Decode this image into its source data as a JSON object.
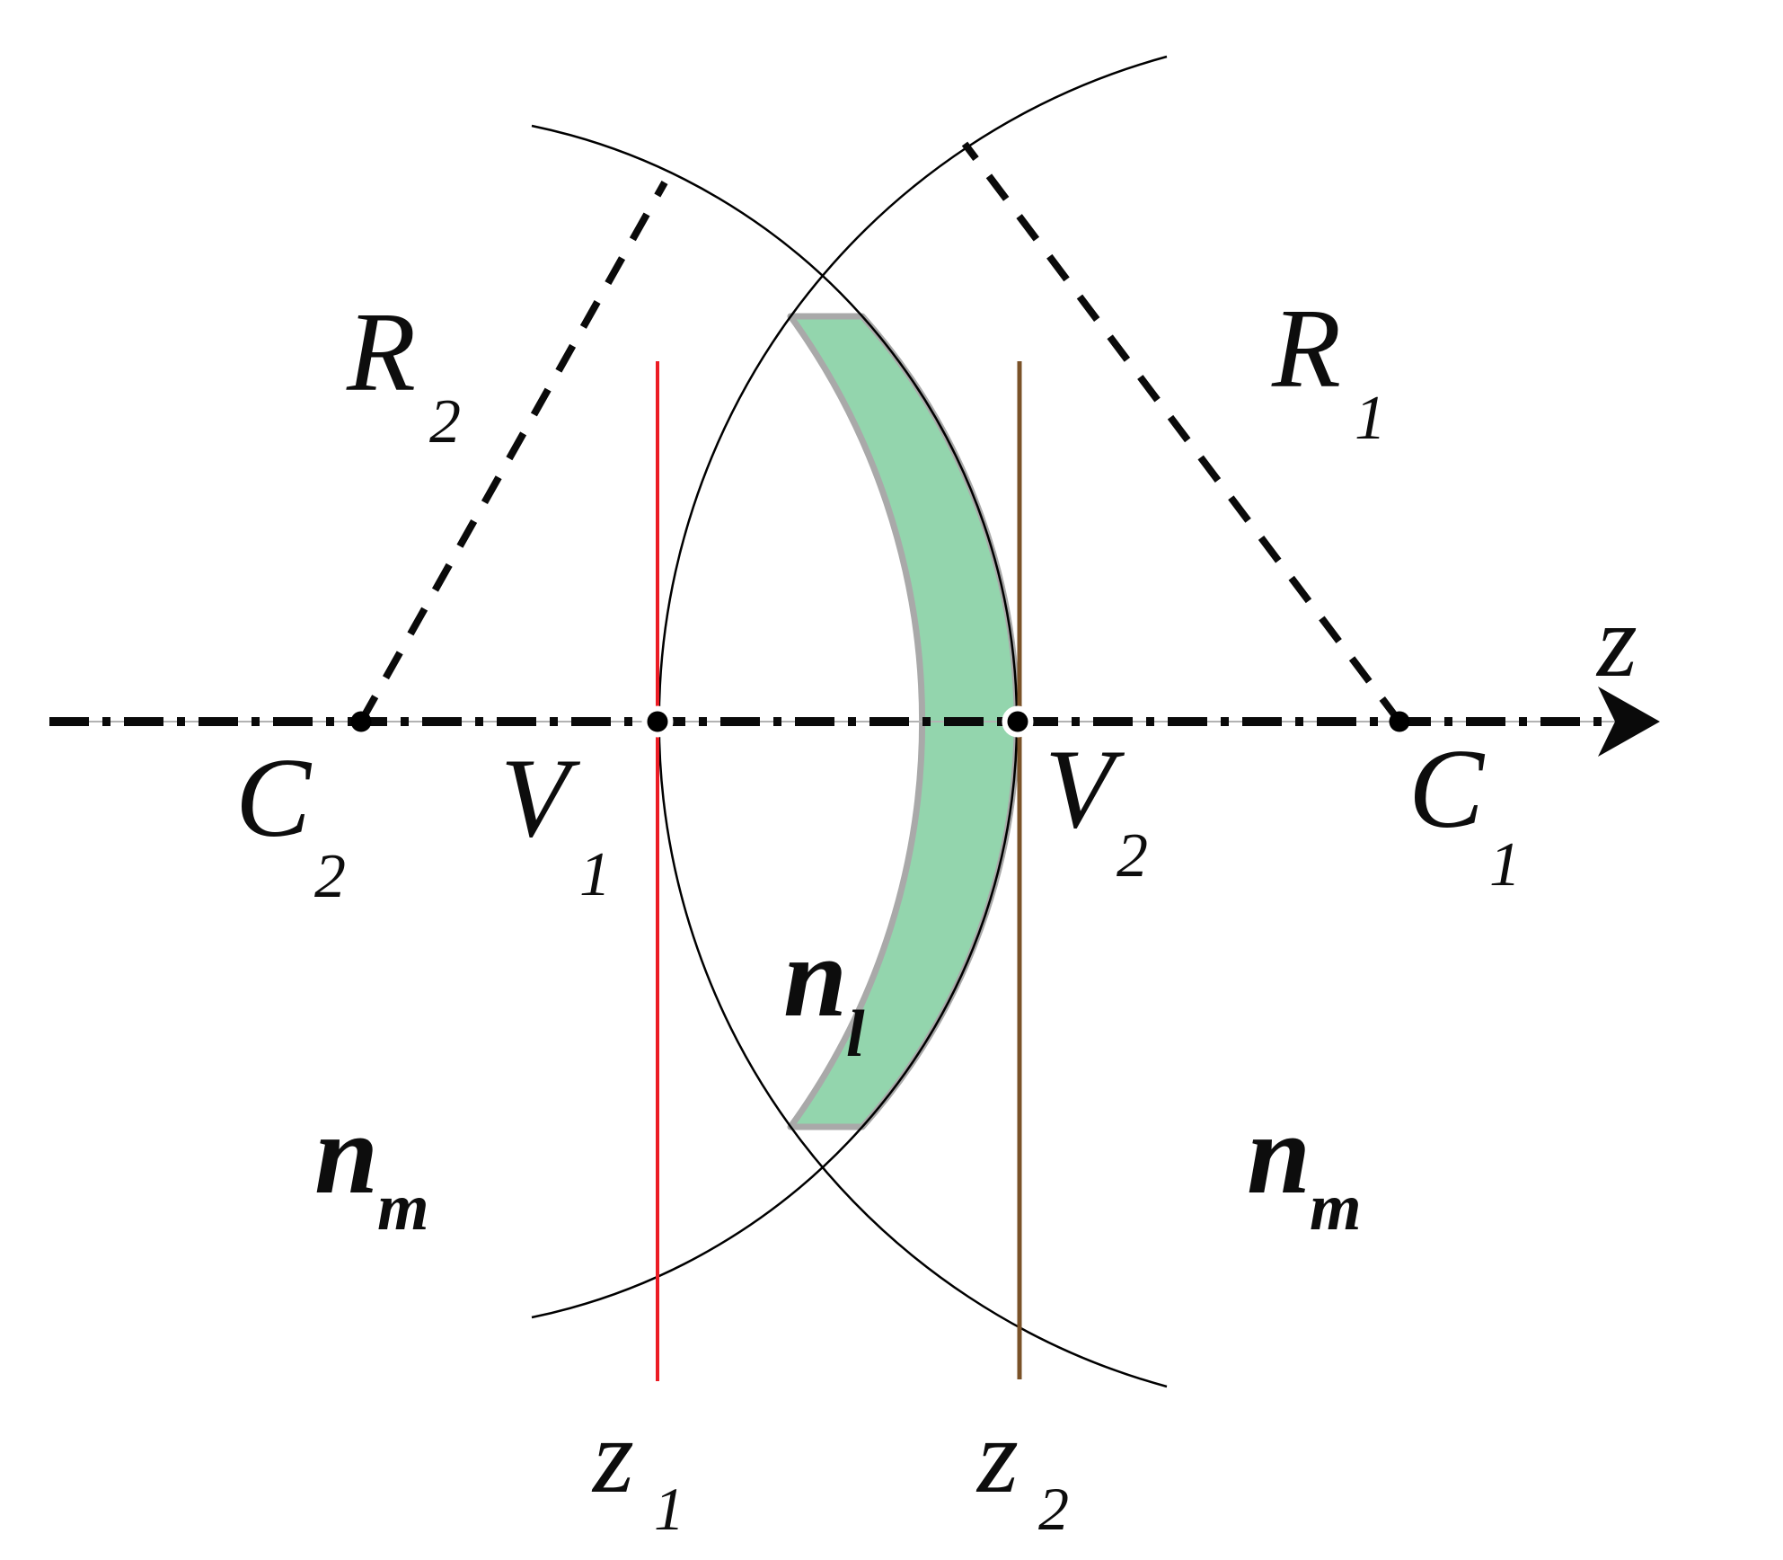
{
  "figure": {
    "kind": "thick-lens-optical-diagram",
    "description": "Cross-section of a biconvex lens with centers of curvature, vertices, radii, refractive indices and optical axis"
  },
  "labels": {
    "axis": "z",
    "radius_1": {
      "main": "R",
      "sub": "1"
    },
    "radius_2": {
      "main": "R",
      "sub": "2"
    },
    "center_1": {
      "main": "C",
      "sub": "1"
    },
    "center_2": {
      "main": "C",
      "sub": "2"
    },
    "vertex_1": {
      "main": "V",
      "sub": "1"
    },
    "vertex_2": {
      "main": "V",
      "sub": "2"
    },
    "lens_index": {
      "main": "n",
      "sub": "l"
    },
    "medium_index_left": {
      "main": "n",
      "sub": "m"
    },
    "medium_index_right": {
      "main": "n",
      "sub": "m"
    },
    "plane_1": {
      "main": "z",
      "sub": "1"
    },
    "plane_2": {
      "main": "z",
      "sub": "2"
    }
  },
  "colors": {
    "background": "#ffffff",
    "lens_fill": "#93d5ad",
    "lens_border": "#a9a9a9",
    "arc_line": "#000000",
    "axis_dash": "#0a0a0a",
    "axis_underlay": "#b3b3b3",
    "radius_dash": "#0a0a0a",
    "dot_fill": "#000000",
    "dot_ring": "#ffffff",
    "plane_1_color": "#ec1c24",
    "plane_2_color": "#7a5228",
    "label_color": "#0d0d0d"
  }
}
